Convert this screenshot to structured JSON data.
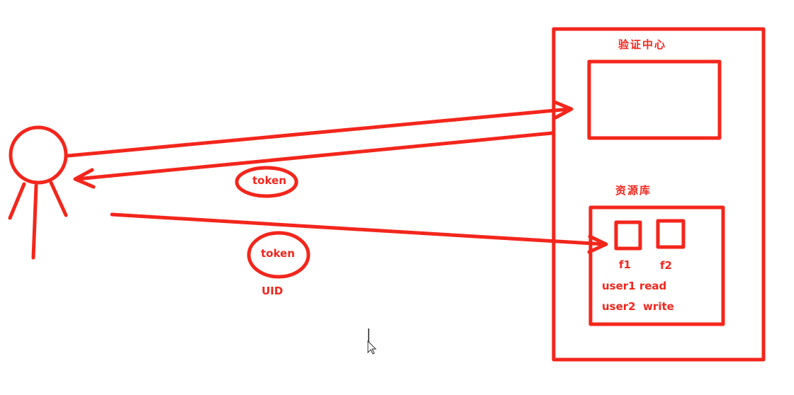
{
  "diagram": {
    "stroke_color": "#f3261c",
    "auth_center_title": "验证中心",
    "resource_repo_title": "资源库",
    "token_label_1": "token",
    "token_label_2": "token",
    "uid_label": "UID",
    "f1_label": "f1",
    "f2_label": "f2",
    "acl_line_1": "user1 read",
    "acl_line_2": "user2  write"
  }
}
